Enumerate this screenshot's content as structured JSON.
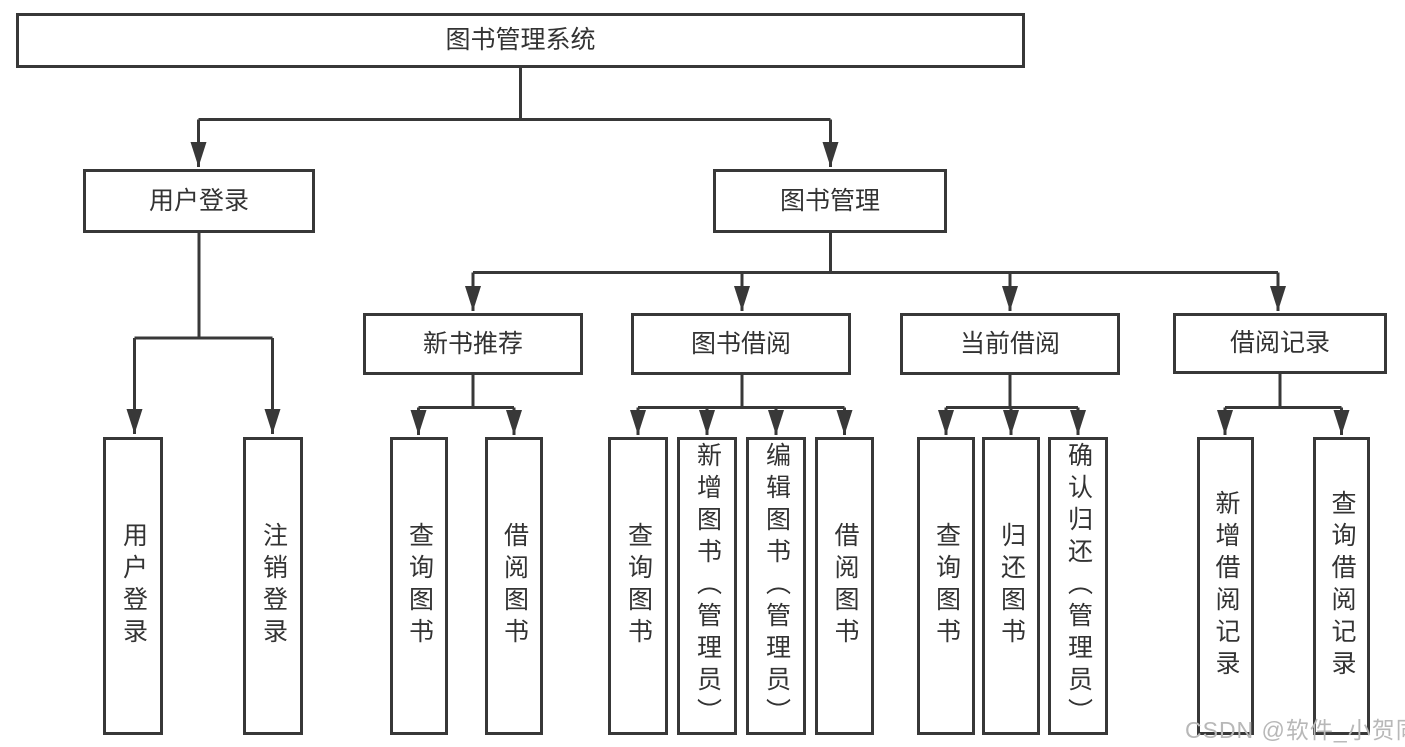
{
  "diagram": {
    "title": "图书管理系统",
    "nodes": {
      "root": {
        "label": "图书管理系统"
      },
      "userLogin": {
        "label": "用户登录"
      },
      "bookMgmt": {
        "label": "图书管理"
      },
      "newBookRec": {
        "label": "新书推荐"
      },
      "bookBorrow": {
        "label": "图书借阅"
      },
      "currentBorrow": {
        "label": "当前借阅"
      },
      "borrowRecord": {
        "label": "借阅记录"
      },
      "loginUser": {
        "label": "用户登录"
      },
      "logoutUser": {
        "label": "注销登录"
      },
      "nbQuery": {
        "label": "查询图书"
      },
      "nbBorrow": {
        "label": "借阅图书"
      },
      "bbQuery": {
        "label": "查询图书"
      },
      "bbAdd": {
        "label": "新增图书（管理员）"
      },
      "bbEdit": {
        "label": "编辑图书（管理员）"
      },
      "bbBorrow": {
        "label": "借阅图书"
      },
      "cbQuery": {
        "label": "查询图书"
      },
      "cbReturn": {
        "label": "归还图书"
      },
      "cbConfirm": {
        "label": "确认归还（管理员）"
      },
      "brAdd": {
        "label": "新增借阅记录"
      },
      "brQuery": {
        "label": "查询借阅记录"
      }
    },
    "structure": {
      "图书管理系统": {
        "用户登录": [
          "用户登录",
          "注销登录"
        ],
        "图书管理": {
          "新书推荐": [
            "查询图书",
            "借阅图书"
          ],
          "图书借阅": [
            "查询图书",
            "新增图书（管理员）",
            "编辑图书（管理员）",
            "借阅图书"
          ],
          "当前借阅": [
            "查询图书",
            "归还图书",
            "确认归还（管理员）"
          ],
          "借阅记录": [
            "新增借阅记录",
            "查询借阅记录"
          ]
        }
      }
    },
    "colors": {
      "line": "#383838",
      "text": "#333333",
      "box_bg": "#ffffff"
    }
  },
  "watermark": {
    "text": "CSDN @软件_小贺同学",
    "color": "#b8b8b8"
  }
}
